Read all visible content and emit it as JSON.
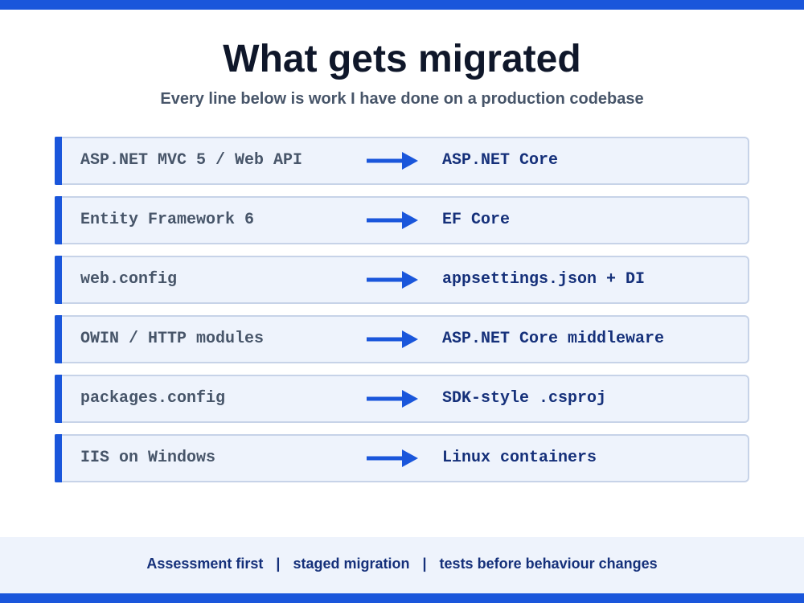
{
  "colors": {
    "accent": "#1a56db",
    "row_background": "#eef3fc",
    "row_border": "#c7d3e8",
    "title": "#0f172a",
    "subtitle": "#475569",
    "source_text": "#475569",
    "target_text": "#15307a"
  },
  "header": {
    "title": "What gets migrated",
    "subtitle": "Every line below is work I have done on a production codebase"
  },
  "migrations": [
    {
      "from": "ASP.NET MVC 5 / Web API",
      "to": "ASP.NET Core",
      "icon": "arrow-right-icon"
    },
    {
      "from": "Entity Framework 6",
      "to": "EF Core",
      "icon": "arrow-right-icon"
    },
    {
      "from": "web.config",
      "to": "appsettings.json + DI",
      "icon": "arrow-right-icon"
    },
    {
      "from": "OWIN / HTTP modules",
      "to": "ASP.NET Core middleware",
      "icon": "arrow-right-icon"
    },
    {
      "from": "packages.config",
      "to": "SDK-style .csproj",
      "icon": "arrow-right-icon"
    },
    {
      "from": "IIS on Windows",
      "to": "Linux containers",
      "icon": "arrow-right-icon"
    }
  ],
  "footer": {
    "items": [
      "Assessment first",
      "staged migration",
      "tests before behaviour changes"
    ],
    "separator": "|"
  }
}
